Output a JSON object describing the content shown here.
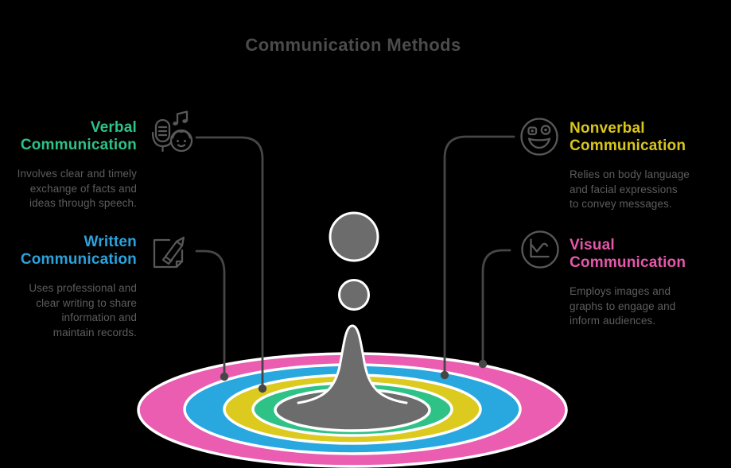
{
  "title": "Communication Methods",
  "colors": {
    "title": "#4b4b4b",
    "body_text": "#5d5d5d",
    "connector": "#464646",
    "icon_stroke": "#585858",
    "ring_pink": "#ea5db1",
    "ring_blue": "#29a8e0",
    "ring_yellow": "#dcca1e",
    "ring_green": "#2fc287",
    "splash_gray": "#6c6c6c",
    "ring_outline": "#ffffff"
  },
  "sections": [
    {
      "id": "verbal",
      "heading": "Verbal\nCommunication",
      "heading_color": "#2ec287",
      "description": "Involves clear and timely\nexchange of facts and\nideas through speech.",
      "icon": "microphone-singing-face-icon"
    },
    {
      "id": "written",
      "heading": "Written\nCommunication",
      "heading_color": "#2ba2dc",
      "description": "Uses professional and\nclear writing to share\ninformation and\nmaintain records.",
      "icon": "paper-pencil-icon"
    },
    {
      "id": "nonverbal",
      "heading": "Nonverbal\nCommunication",
      "heading_color": "#d9c61c",
      "description": "Relies on body language\nand facial expressions\nto convey messages.",
      "icon": "smiley-face-icon"
    },
    {
      "id": "visual",
      "heading": "Visual\nCommunication",
      "heading_color": "#e557aa",
      "description": "Employs images and\ngraphs to engage and\ninform audiences.",
      "icon": "line-chart-icon"
    }
  ]
}
